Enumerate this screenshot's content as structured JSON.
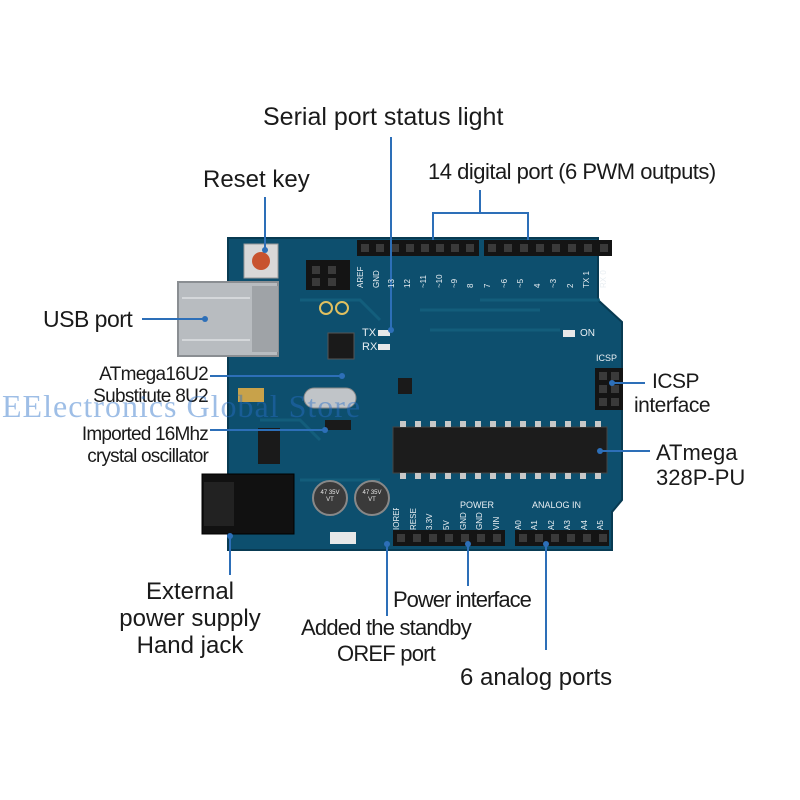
{
  "labels": {
    "serial_light": "Serial port status light",
    "digital_ports": "14 digital port (6 PWM outputs)",
    "reset_key": "Reset key",
    "usb_port": "USB port",
    "atmega16u2_line1": "ATmega16U2",
    "atmega16u2_line2": "Substitute 8U2",
    "crystal_line1": "Imported 16Mhz",
    "crystal_line2": "crystal oscillator",
    "icsp_line1": "ICSP",
    "icsp_line2": "interface",
    "atmega328_line1": "ATmega",
    "atmega328_line2": "328P-PU",
    "ext_power_line1": "External",
    "ext_power_line2": "power supply",
    "ext_power_line3": "Hand jack",
    "power_interface": "Power interface",
    "ioref_line1": "Added the standby",
    "ioref_line2": "OREF port",
    "analog_ports": "6 analog ports"
  },
  "watermark": "EElectronics Global Store",
  "board_silkscreen": {
    "digital_header_left": [
      "AREF",
      "GND",
      "13",
      "12",
      "~11",
      "~10",
      "~9",
      "8"
    ],
    "digital_header_right": [
      "7",
      "~6",
      "~5",
      "4",
      "~3",
      "2",
      "TX 1",
      "RX 0"
    ],
    "power_header": [
      "IOREF",
      "RESET",
      "3.3V",
      "5V",
      "GND",
      "GND",
      "VIN"
    ],
    "power_title": "POWER",
    "analog_title": "ANALOG IN",
    "analog_header": [
      "A0",
      "A1",
      "A2",
      "A3",
      "A4",
      "A5"
    ],
    "tx": "TX",
    "rx": "RX",
    "on": "ON",
    "icsp": "ICSP",
    "cap1": "47 35V VT",
    "cap2": "47 35V VT"
  },
  "colors": {
    "board": "#0d4f6e",
    "leader_line": "#2d6fb8",
    "header": "#141414",
    "usb_metal": "#b8bcc0",
    "text": "#1a1a1a"
  }
}
